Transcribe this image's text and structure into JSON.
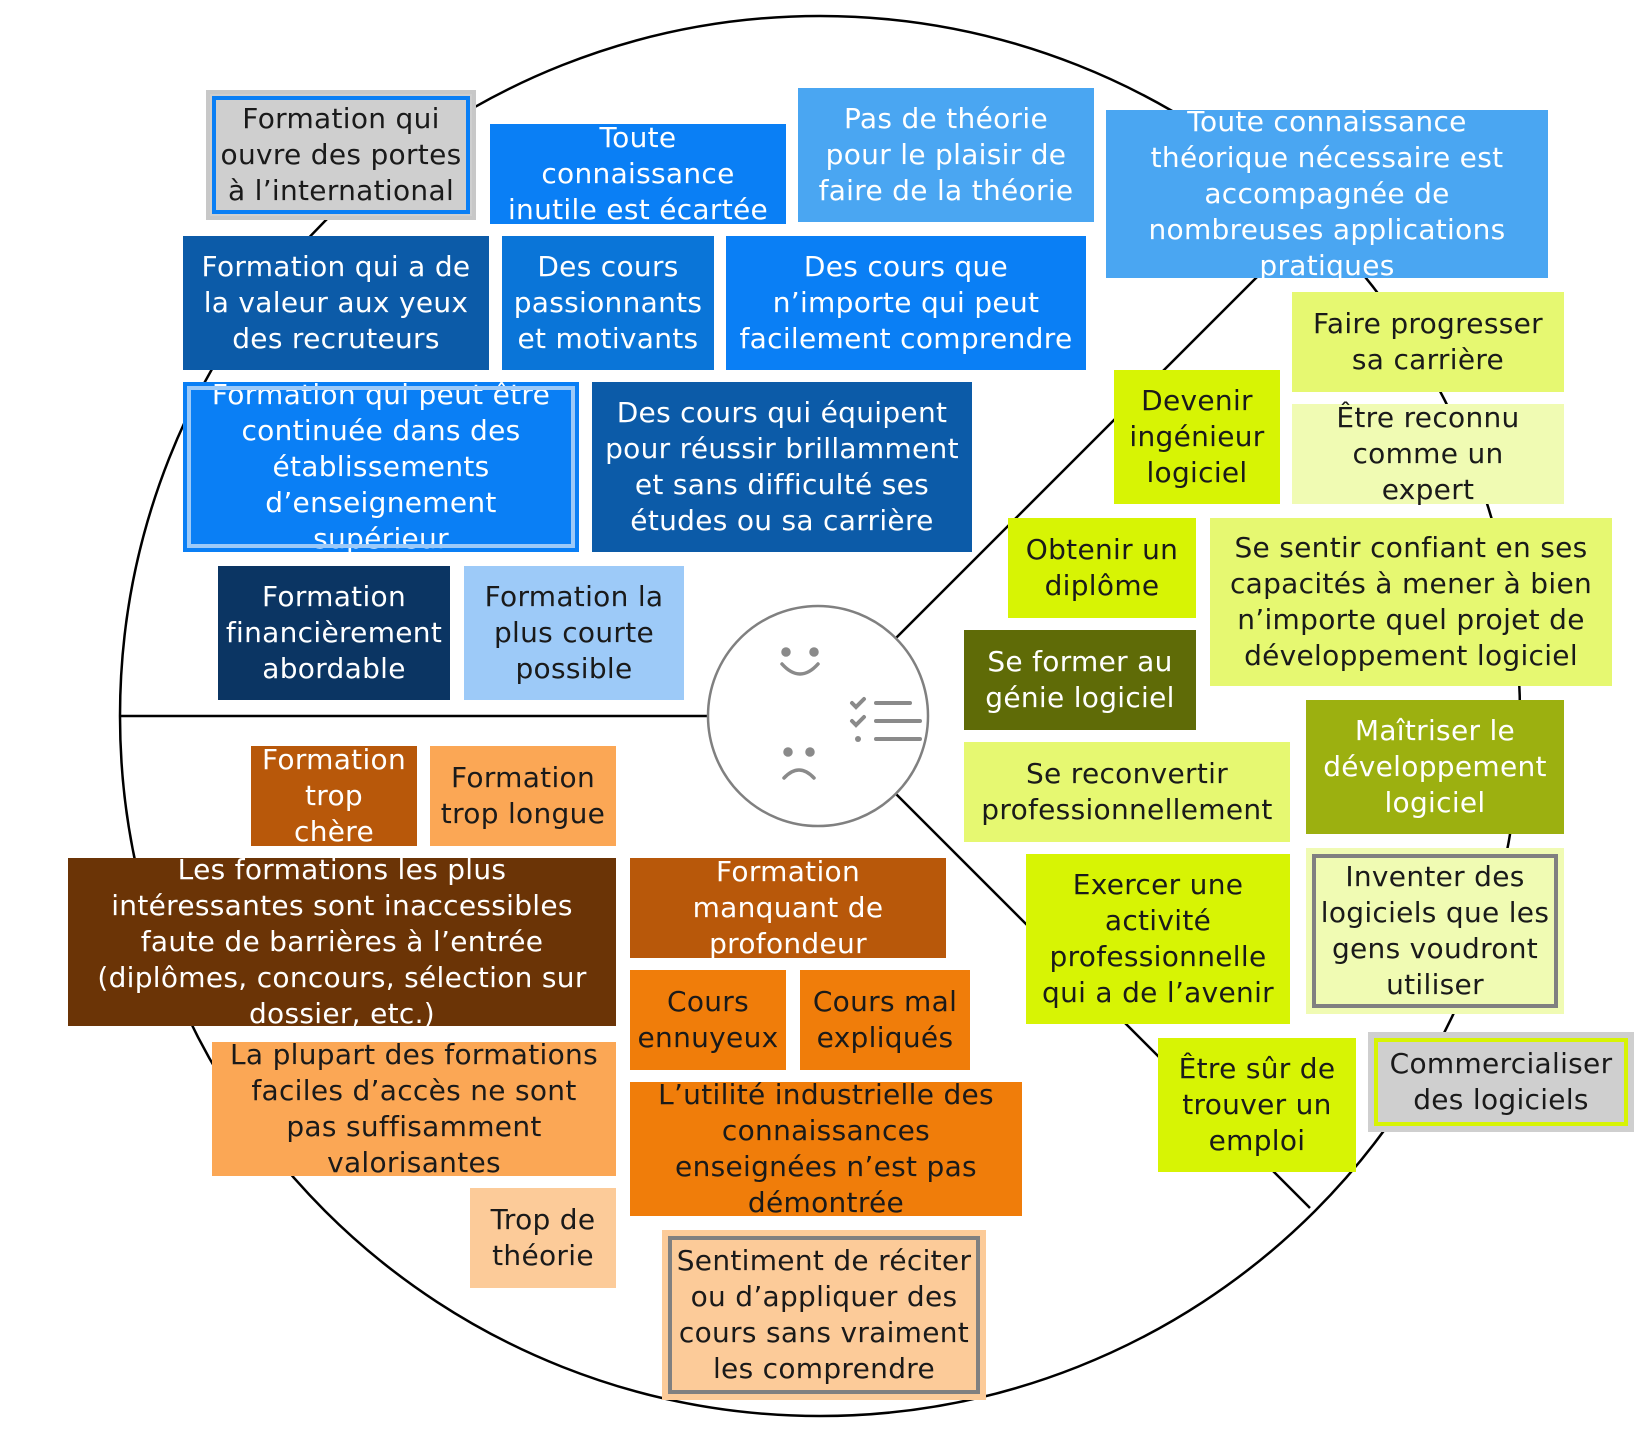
{
  "colors": {
    "blue_darkest": "#0b3563",
    "blue_dark": "#0c5ba8",
    "blue_mid": "#0a75d8",
    "blue_bright": "#0a7ff5",
    "blue_light": "#4aa6f2",
    "blue_pale": "#9dcaf8",
    "grey_box": "#cfcfcf",
    "orange_darkest": "#6b3406",
    "orange_dark": "#b8580a",
    "orange_mid": "#f07d0a",
    "orange_light": "#fba755",
    "orange_pale": "#fccb99",
    "green_dark": "#5f6b07",
    "green_mid": "#9cb010",
    "green_bright": "#d7f404",
    "green_light": "#e6f871",
    "green_pale": "#f0fbb3"
  },
  "center_icons": {
    "happy": "smiley-happy-icon",
    "sad": "smiley-sad-icon",
    "checklist": "checklist-icon"
  },
  "boxes": {
    "ouvre_portes": "Formation qui ouvre des portes à l’international",
    "connaissance_inutile": "Toute connaissance inutile est écartée",
    "pas_theorie": "Pas de théorie pour le plaisir de faire de la théorie",
    "connaissance_theorique": "Toute connaissance théorique nécessaire est accompagnée de nombreuses applications pratiques",
    "valeur_recruteurs": "Formation qui a de la valeur aux yeux des recruteurs",
    "cours_passionnants": "Des cours passionnants et motivants",
    "cours_comprendre": "Des cours que n’importe qui peut facilement comprendre",
    "continuee": "Formation qui peut être continuée dans des établissements d’enseignement supérieur",
    "cours_equipent": "Des cours qui équipent pour réussir brillamment et sans difficulté ses études ou sa carrière",
    "financierement": "Formation financièrement abordable",
    "plus_courte": "Formation la plus courte possible",
    "trop_chere": "Formation trop chère",
    "trop_longue": "Formation trop longue",
    "inaccessibles": "Les formations les plus intéressantes sont inaccessibles faute de barrières à l’entrée (diplômes, concours, sélection sur dossier, etc.)",
    "manquant_profondeur": "Formation manquant de profondeur",
    "ennuyeux": "Cours ennuyeux",
    "mal_expliques": "Cours mal expliqués",
    "faciles_acces": "La plupart des formations faciles d’accès ne sont pas suffisamment valorisantes",
    "utilite": "L’utilité industrielle des connaissances enseignées n’est pas démontrée",
    "trop_theorie": "Trop de théorie",
    "reciter": "Sentiment de réciter ou d’appliquer des cours sans vraiment les comprendre",
    "progresser": "Faire progresser sa carrière",
    "ingenieur": "Devenir ingénieur logiciel",
    "reconnu": "Être reconnu comme un expert",
    "diplome": "Obtenir un diplôme",
    "confiant": "Se sentir confiant en ses capacités à mener à bien n’importe quel projet de développement logiciel",
    "genie": "Se former au génie logiciel",
    "maitriser": "Maîtriser le développement logiciel",
    "reconvertir": "Se reconvertir professionnellement",
    "exercer": "Exercer une activité professionnelle qui a de l’avenir",
    "inventer": "Inventer des logiciels que les gens voudront utiliser",
    "emploi": "Être sûr de trouver un emploi",
    "commercialiser": "Commercialiser des logiciels"
  }
}
